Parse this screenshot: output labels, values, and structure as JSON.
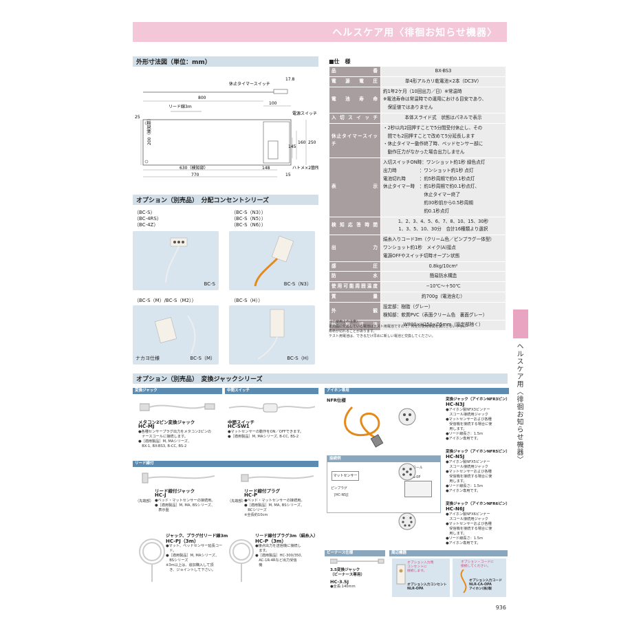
{
  "header": {
    "title": "ヘルスケア用〈徘徊お知らせ機器〉"
  },
  "drawing": {
    "section_title": "外形寸法図（単位：mm）",
    "labels": {
      "switch": "休止タイマースイッチ",
      "lead": "リード線3m",
      "power": "電源スイッチ",
      "hatome": "ハトメ×2箇所",
      "d800": "800",
      "d100": "100",
      "d630": "630（検知部）",
      "d148": "148",
      "d15": "15",
      "d770": "770",
      "d25": "25",
      "d200": "200（検知部）",
      "d160": "160",
      "d145": "145",
      "d250": "250",
      "d178": "17.8"
    }
  },
  "spec": {
    "title": "■仕　様",
    "rows": [
      {
        "k": "品番",
        "v": "BX-BS3",
        "center": true
      },
      {
        "k": "電源電圧",
        "v": "単4形アルカリ乾電池×2本（DC3V）",
        "center": true
      },
      {
        "k": "電池寿命",
        "v": "約1年2ケ月（10回出力／日）※常温時\n※電池寿命は常温時での運用における目安であり、\n　保証値ではありません"
      },
      {
        "k": "入切スイッチ",
        "v": "本体スライド式　状態はパネルで表示",
        "center": true
      },
      {
        "k": "休止タイマースイッチ",
        "v": "・2秒以内2回押すことで5分間受付休止し、その\n　間でも2回押すことで改めて5分延長します\n・休止タイマー動作終了時、ベッドセンサー部に\n　動作圧力がなかった場合出力しません"
      },
      {
        "k": "表示",
        "v": "入切スイッチON時：ワンショット約1秒 緑色点灯\n出力時　　　　　：ワンショット約1秒 点灯\n電池切れ時　　　：約5秒周期で約0.1秒点灯\n休止タイマー時　：約1秒周期で約0.1秒点灯、\n　　　　　　　　　休止タイマー終了\n　　　　　　　　　約30秒前から0.5秒周期\n　　　　　　　　　約0.1秒点灯"
      },
      {
        "k": "検知応答時間",
        "v": "1、2、3、4、5、6、7、8、10、15、30秒\n1、3、5、10、30分　合計16種類より選択",
        "center": true
      },
      {
        "k": "出力",
        "v": "絹糸入りコード3m（クリーム色／ピンプラグ一体型）\nワンショット約1秒　メイク(A)接点\n電源OFFやスイッチ切時オープン状態"
      },
      {
        "k": "感圧",
        "v": "0.8kg/10cm²",
        "center": true
      },
      {
        "k": "防水",
        "v": "簡易防水構造",
        "center": true
      },
      {
        "k": "使用可能周囲温度",
        "v": "−10℃〜＋50℃",
        "center": true
      },
      {
        "k": "質量",
        "v": "約700g（電池含む）",
        "center": true
      },
      {
        "k": "外観",
        "v": "設定部：樹脂（グレー）\n検知部：軟質PVC（表面クリーム色　裏面グレー）"
      },
      {
        "k": "外形寸法",
        "v": "W800×H250×D5mm（設定部除く）",
        "center": true
      }
    ],
    "notes": [
      "（ご使用上の注意）",
      "本商品に付属している電池はテスト用電池ですので、所定の使用時間を満たさないうちに",
      "寿命が切れることがあります。",
      "テスト用電池は、できるだけ早めに新しい電池と交換してください。"
    ]
  },
  "option1": {
    "title": "オプション（別売品）　分配コンセントシリーズ",
    "a_codes": "（BC-S）\n（BC-4RS）\n（BC-4Z）",
    "b_codes": "（BC-S（N3））\n（BC-S（N5））\n（BC-S（N6））",
    "a_tag": "BC-S",
    "b_tag": "BC-S（N3）",
    "c_codes": "（BC-S（M）/BC-S（M2））",
    "d_codes": "（BC-S（H））",
    "c_tag1": "ナカヨ仕様",
    "c_tag2": "BC-S（M）",
    "d_tag": "BC-S（H）"
  },
  "option2": {
    "title": "オプション（別売品）　変換ジャックシリーズ",
    "henkan": "変換ジャック",
    "chukan": "中間スイッチ",
    "aiphone": "アイホン専用",
    "lead": "リード線付",
    "mj_name": "メタコン2ピン変換ジャック",
    "mj_code": "HC-MJ",
    "mj_desc": "●各種センサープラグ出力をメタコン2ピンの\n　ナースコールに接続します。\n●［適用製品］M, MAシリーズ、\n　BX-1, BX-BS3, B-CC, BS-2",
    "sw_name": "中間スイッチ",
    "sw_code": "HC-SW1",
    "sw_desc": "●マットセンサーの動作をON／OFFできます。\n●［適用製品］M, MAシリーズ, B-CC, BS-2",
    "nfr": "NFR仕様",
    "n3_title": "変換ジャック（アイホンNFR3ピン）",
    "n3_code": "HC-N3J",
    "n3_desc": "●アイホン製NFX3ピンナー\n　スコール接続用ジャック\n●マットセンサーおよび各種\n　受信機を接続する場合に使\n　用します。\n●リード線長さ：1.5m\n●アイホン専用です。",
    "n5_title": "変換ジャック（アイホンNFR5ピン）",
    "n5_code": "HC-N5J",
    "n5_desc": "●アイホン製NFX5ピンナー\n　スコール接続用ジャック\n●マットセンサーおよび各種\n　受信機を接続する場合に使\n　用します。\n●リード線長さ：1.5m\n●アイホン専用です。",
    "n6_title": "変換ジャック（アイホンNFR6ピン）",
    "n6_code": "HC-N6J",
    "n6_desc": "●アイホン製NFX6ピンナー\n　スコール接続用ジャック\n●マットセンサーおよび各種\n　受信機を接続する場合に使\n　用します。\n●リード線長さ：1.5m\n●アイホン専用です。",
    "connect": "接続例",
    "mat": "マットセンサー",
    "jack": "ピンプラグ",
    "hcn5j": "[HC-N5J]",
    "nurse": "ナースコール\n子機",
    "nfsas": "NF-SAS-0P",
    "j_name": "リード線付ジャック",
    "j_code": "HC-J",
    "j_desc": "●ベッド・マットセンサーの接続用。\n●［適用製品］M, MA, BSシリーズ、\n　表示盤",
    "p_name": "リード線付プラグ",
    "p_code": "HC-P",
    "p_desc": "●ベッド・マットセンサーの接続用。\n●［適用製品］M, MA, BSシリーズ、\n　BCシリーズ\n※全長約10cm",
    "tip": "（先端部）",
    "pj_name": "ジャック、プラグ付リード線3m",
    "pj_code": "HC-PJ（3m）",
    "pj_desc": "●マット、ベッドセンサー延長コー\n　ド。\n●［適用製品］M, MAシリーズ、\n　BSシリーズ\n※3m以上は、追加購入して頂\n　き、ジョイントして下さい。",
    "p3_name": "リード線付プラグ3m（絹糸入）",
    "p3_code": "HC-P（3m）",
    "p3_desc": "●接点出力を送信機に接続し\n　ます。\n●［適用製品］HC-300/350,\n　AC-1R-4Rなど出力受信\n　機",
    "vina": "ビーナース仕様",
    "v_name": "3.5変換ジャック\n（ビーナース専用）",
    "v_code": "HC-3.5J",
    "v_desc": "●全長:140mm",
    "periph": "周辺機器",
    "opa_t": "オプション入力用\nコンセントに\n接続します。",
    "opa_n": "オプション入力コンセント\nNLR-OPA",
    "ca_t": "オプション・コードに\n接続してください。",
    "ca_n": "オプション入力コード\nNLR-CA-OPA\nアイホン(株)製"
  },
  "sidebar": {
    "text": "ヘルスケア用〈徘徊お知らせ機器〉"
  },
  "page": {
    "number": "936"
  },
  "colors": {
    "pink": "#f3c6d8",
    "sectionBlue": "#d3dfe8",
    "specKey": "#a89ea0",
    "orange": "#e38a1a",
    "red": "#c0392b"
  }
}
